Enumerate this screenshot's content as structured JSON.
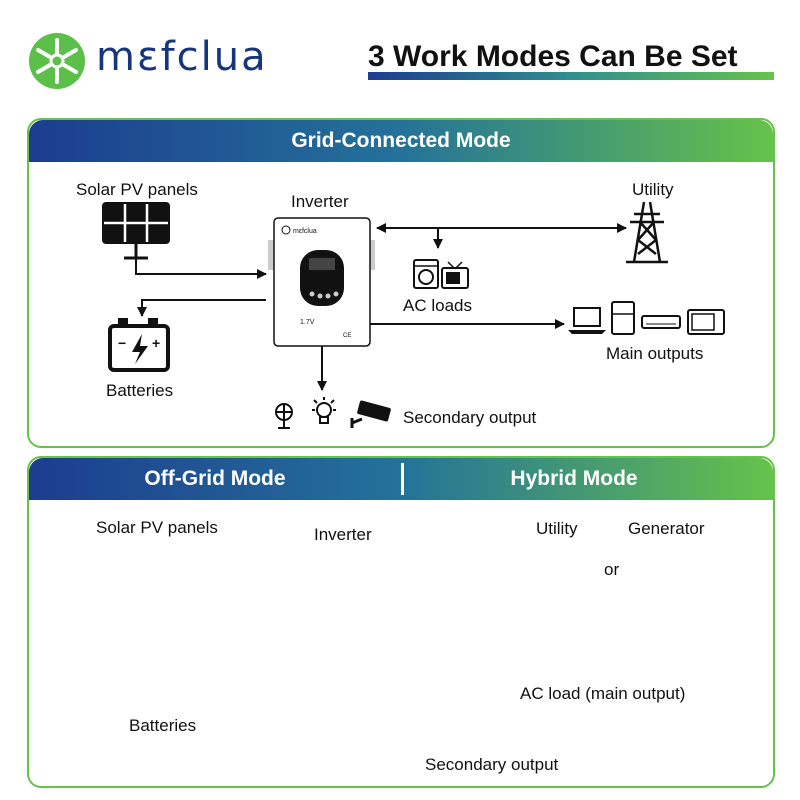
{
  "brand": {
    "name": "mεfclua"
  },
  "page_title": "3 Work Modes Can Be Set",
  "grid_mode": {
    "title": "Grid-Connected Mode",
    "labels": {
      "solar": "Solar PV panels",
      "inverter": "Inverter",
      "utility": "Utility",
      "ac_loads": "AC loads",
      "main_outputs": "Main outputs",
      "batteries": "Batteries",
      "secondary": "Secondary output"
    }
  },
  "offgrid_mode": {
    "title_left": "Off-Grid Mode",
    "title_right": "Hybrid Mode",
    "labels": {
      "solar": "Solar PV panels",
      "inverter": "Inverter",
      "utility": "Utility",
      "generator": "Generator",
      "or": "or",
      "ac_load": "AC load (main output)",
      "batteries": "Batteries",
      "secondary": "Secondary output"
    }
  },
  "inverter_badge": "1.7V",
  "colors": {
    "accent_blue": "#1d3c8f",
    "accent_green": "#66c24a"
  }
}
